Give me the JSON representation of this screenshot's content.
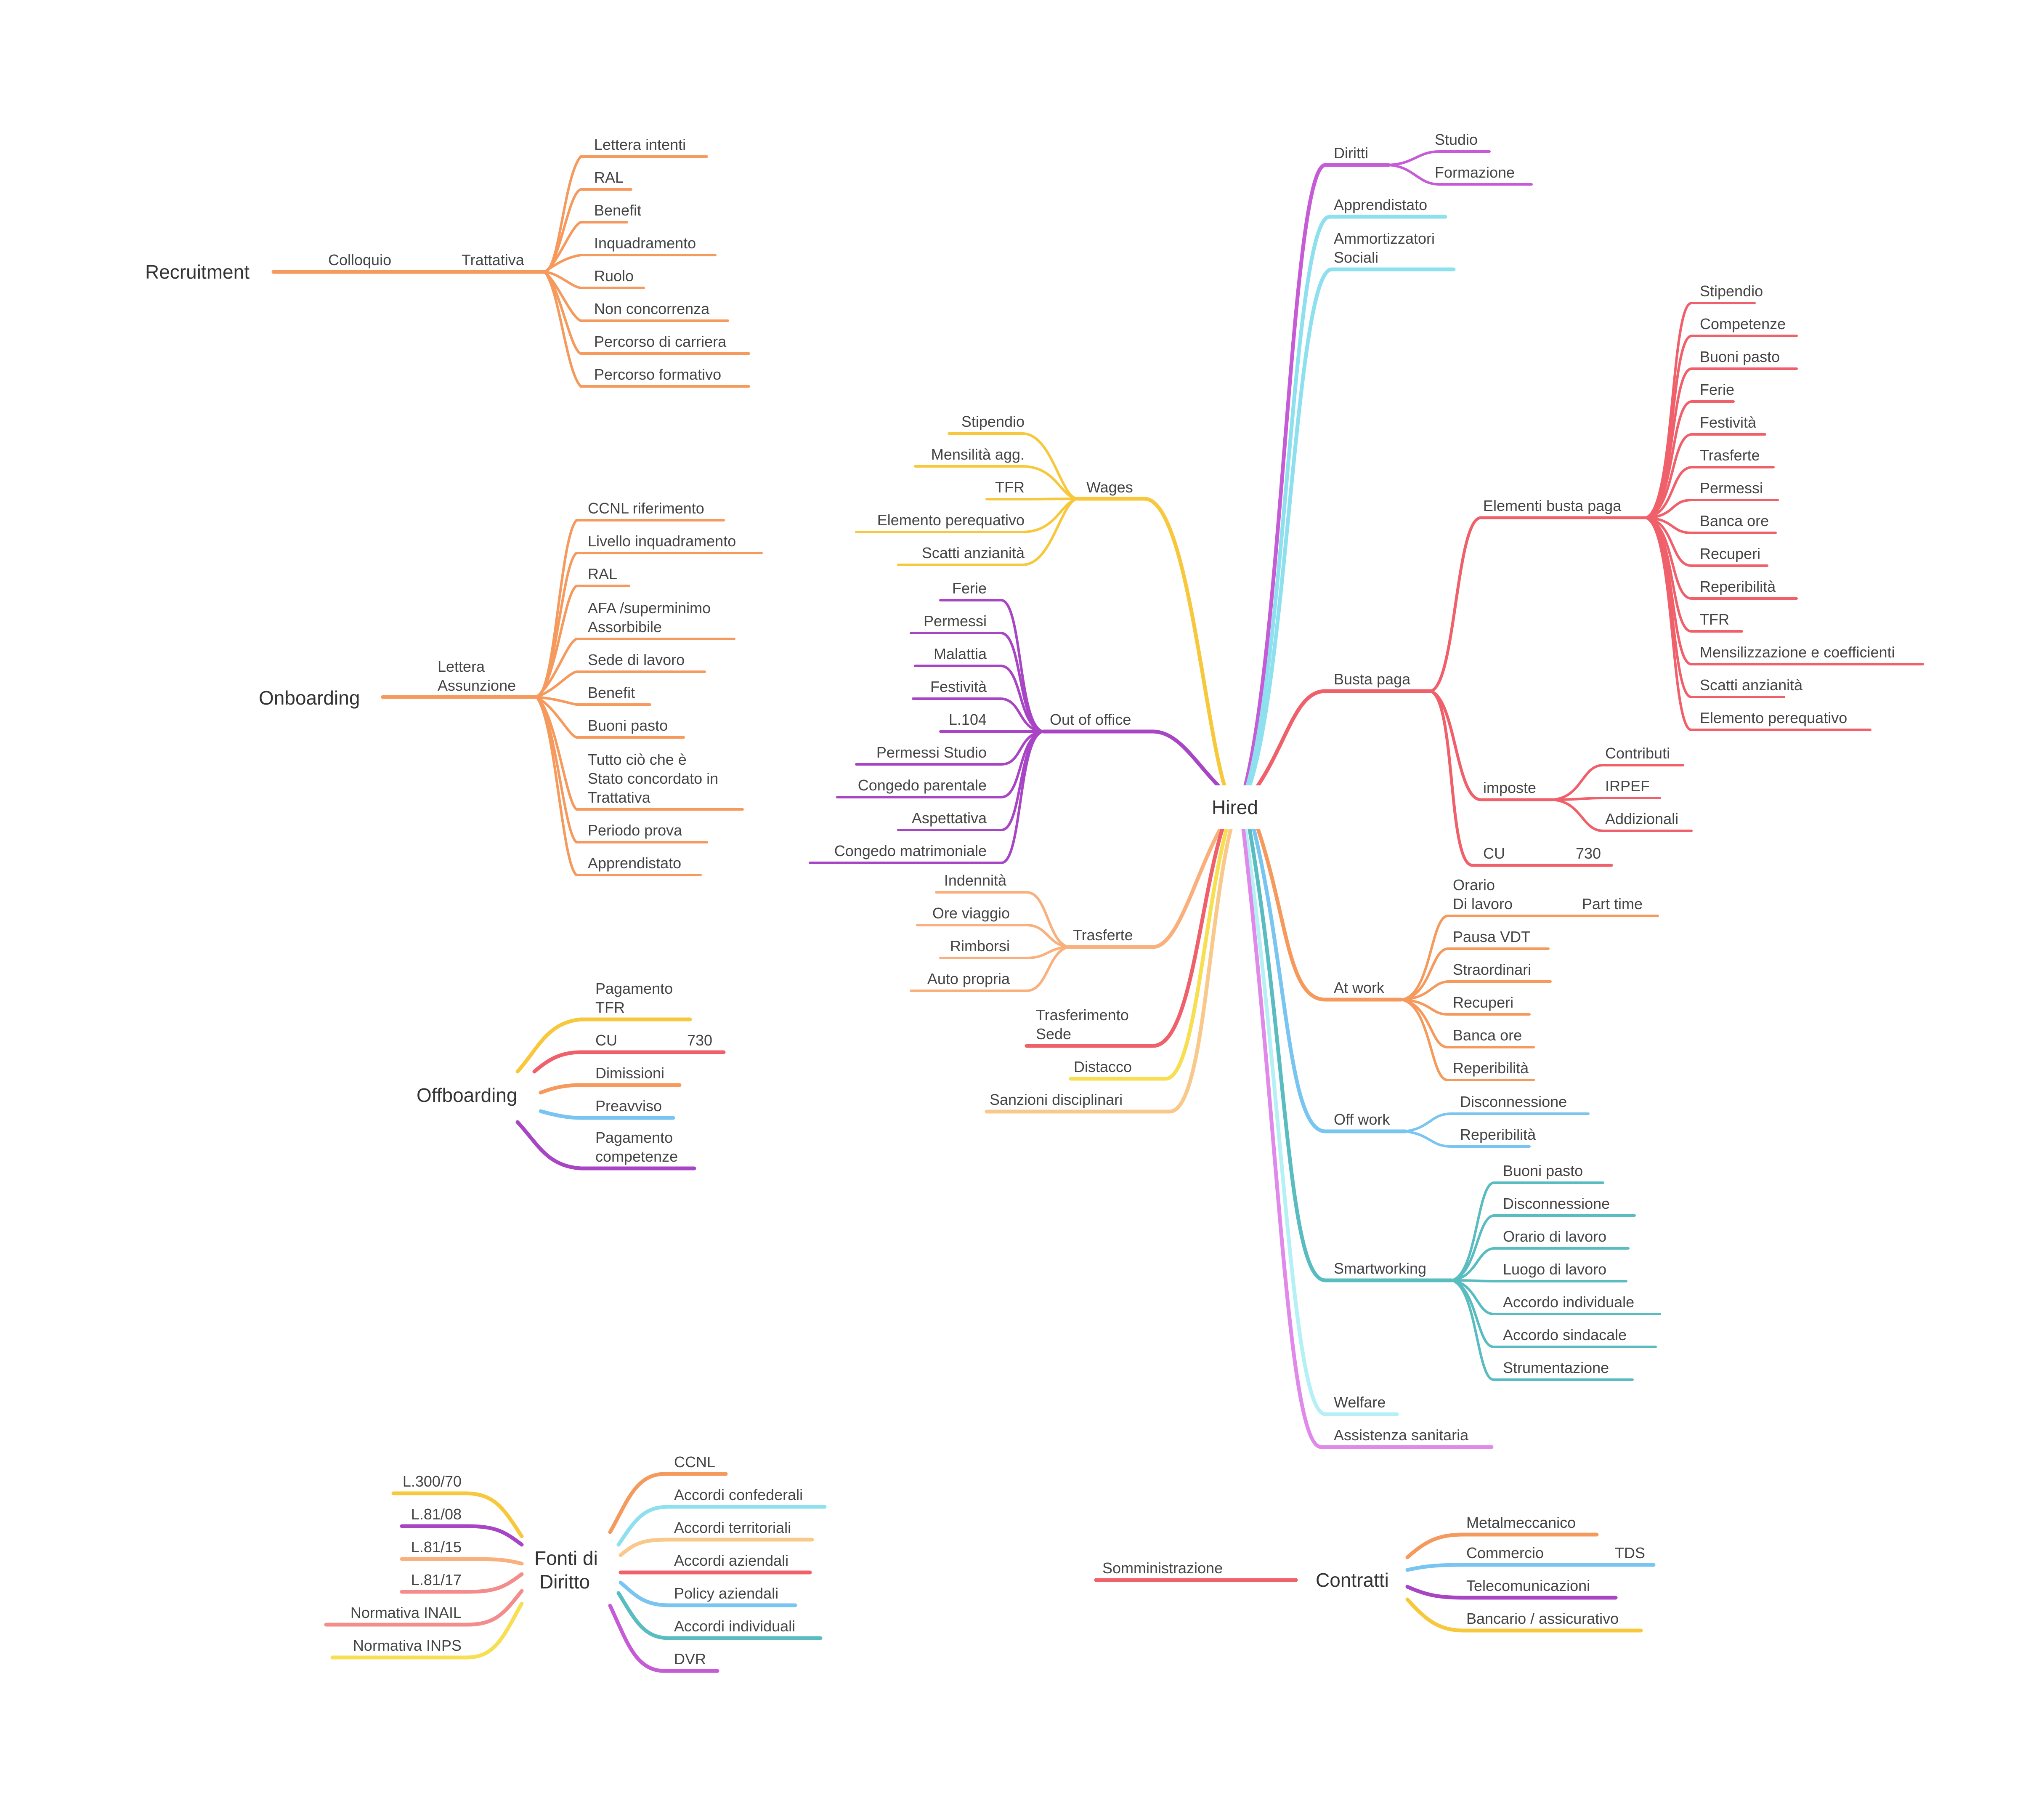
{
  "roots": {
    "recruitment": "Recruitment",
    "onboarding": "Onboarding",
    "offboarding": "Offboarding",
    "hired": "Hired",
    "fonti_line1": "Fonti di",
    "fonti_line2": "Diritto",
    "contratti": "Contratti"
  },
  "recruitment": {
    "colloquio": "Colloquio",
    "trattativa": "Trattativa",
    "items": [
      "Lettera intenti",
      "RAL",
      "Benefit",
      "Inquadramento",
      "Ruolo",
      "Non concorrenza",
      "Percorso di carriera",
      "Percorso formativo"
    ]
  },
  "onboarding": {
    "lettera_line1": "Lettera",
    "lettera_line2": "Assunzione",
    "items": [
      [
        "CCNL riferimento"
      ],
      [
        "Livello inquadramento"
      ],
      [
        "RAL"
      ],
      [
        "AFA /superminimo",
        "Assorbibile"
      ],
      [
        "Sede di lavoro"
      ],
      [
        "Benefit"
      ],
      [
        "Buoni pasto"
      ],
      [
        "Tutto ciò che è",
        "Stato concordato in",
        "Trattativa"
      ],
      [
        "Periodo prova"
      ],
      [
        "Apprendistato"
      ]
    ]
  },
  "offboarding": {
    "items": [
      [
        "Pagamento",
        "TFR"
      ],
      [
        "CU"
      ],
      [
        "Dimissioni"
      ],
      [
        "Preavviso"
      ],
      [
        "Pagamento",
        "competenze"
      ]
    ],
    "cu_child": "730"
  },
  "hired": {
    "wages": {
      "label": "Wages",
      "items": [
        "Stipendio",
        "Mensilità agg.",
        "TFR",
        "Elemento perequativo",
        "Scatti anzianità"
      ]
    },
    "out_of_office": {
      "label": "Out of office",
      "items": [
        "Ferie",
        "Permessi",
        "Malattia",
        "Festività",
        "L.104",
        "Permessi Studio",
        "Congedo parentale",
        "Aspettativa",
        "Congedo matrimoniale"
      ]
    },
    "trasferte": {
      "label": "Trasferte",
      "items": [
        "Indennità",
        "Ore viaggio",
        "Rimborsi",
        "Auto propria"
      ]
    },
    "trasferimento_line1": "Trasferimento",
    "trasferimento_line2": "Sede",
    "distacco": "Distacco",
    "sanzioni": "Sanzioni disciplinari",
    "diritti": {
      "label": "Diritti",
      "items": [
        "Studio",
        "Formazione"
      ]
    },
    "apprendistato": "Apprendistato",
    "ammortizzatori_line1": "Ammortizzatori",
    "ammortizzatori_line2": "Sociali",
    "busta_paga": {
      "label": "Busta paga",
      "elementi": {
        "label": "Elementi busta paga",
        "items": [
          "Stipendio",
          "Competenze",
          "Buoni pasto",
          "Ferie",
          "Festività",
          "Trasferte",
          "Permessi",
          "Banca ore",
          "Recuperi",
          "Reperibilità",
          "TFR",
          "Mensilizzazione e coefficienti",
          "Scatti anzianità",
          "Elemento perequativo"
        ]
      },
      "imposte": {
        "label": "imposte",
        "items": [
          "Contributi",
          "IRPEF",
          "Addizionali"
        ]
      },
      "cu": "CU",
      "cu_child": "730"
    },
    "at_work": {
      "label": "At work",
      "orario_line1": "Orario",
      "orario_line2": "Di lavoro",
      "part_time": "Part time",
      "items": [
        "Pausa VDT",
        "Straordinari",
        "Recuperi",
        "Banca ore",
        "Reperibilità"
      ]
    },
    "off_work": {
      "label": "Off work",
      "items": [
        "Disconnessione",
        "Reperibilità"
      ]
    },
    "smartworking": {
      "label": "Smartworking",
      "items": [
        "Buoni pasto",
        "Disconnessione",
        "Orario di lavoro",
        "Luogo di lavoro",
        "Accordo individuale",
        "Accordo sindacale",
        "Strumentazione"
      ]
    },
    "welfare": "Welfare",
    "assistenza": "Assistenza sanitaria"
  },
  "fonti": {
    "left": [
      "L.300/70",
      "L.81/08",
      "L.81/15",
      "L.81/17",
      "Normativa INAIL",
      "Normativa INPS"
    ],
    "right": [
      "CCNL",
      "Accordi confederali",
      "Accordi territoriali",
      "Accordi aziendali",
      "Policy aziendali",
      "Accordi individuali",
      "DVR"
    ]
  },
  "contratti": {
    "somministrazione": "Somministrazione",
    "items": [
      "Metalmeccanico",
      "Commercio",
      "Telecomunicazioni",
      "Bancario / assicurativo"
    ],
    "commercio_child": "TDS"
  },
  "colors": {
    "orange": "#F59A5C",
    "yellow": "#F7C83C",
    "purple": "#A845C4",
    "peach": "#F9B07C",
    "red": "#F0606B",
    "lightyellow": "#F7DF52",
    "lightorange": "#F9C98B",
    "violet": "#C65BD6",
    "cyan": "#8EE0EF",
    "blue": "#79C5F1",
    "teal": "#59BCC0",
    "lightcyan": "#B5F0F5",
    "pink": "#E089EA",
    "salmon": "#F58C8C"
  }
}
